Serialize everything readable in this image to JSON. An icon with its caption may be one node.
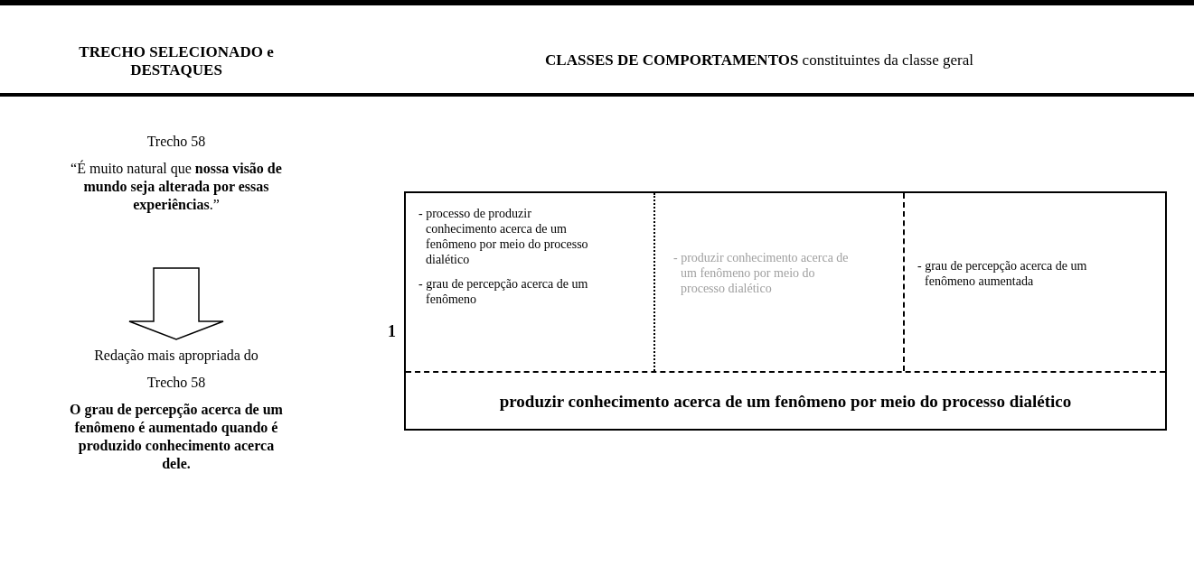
{
  "diagram": {
    "nodes": [
      {
        "text": [
          "Trecho 58",
          "“É muito natural que **nossa visão de mundo seja alterada por essas experiências**.”"
        ]
      },
      {
        "text": [
          "Redação mais apropriada do",
          "Trecho 58",
          "**O grau de percepção acerca de um fenômeno** é **aumentado** quando é **produzido conhecimento acerca dele**."
        ]
      },
      {
        "text": [],
        "shape": "box",
        "beside": [
          "1"
        ]
      },
      {
        "text": [
          "- processo de produzir conhecimento acerca de um fenômeno por meio do processo dialético",
          "- grau de percepção acerca de um fenômeno"
        ],
        "in": 2
      },
      {
        "text": [
          "- produzir conhecimento acerca de um fenômeno por meio do processo dialético"
        ],
        "in": 2
      },
      {
        "text": [
          "- grau de percepção acerca de um fenômeno aumentada"
        ],
        "in": 2
      },
      {
        "text": [
          "produzir conhecimento acerca de um fenômeno por meio do processo dialético"
        ],
        "in": 2
      }
    ],
    "edges": [
      {
        "from": 0,
        "to": 1,
        "arrow": "to"
      }
    ],
    "labels": [
      "TRECHO SELECIONADO e DESTAQUES",
      "**CLASSES DE COMPORTAMENTOS** constituintes da classe geral"
    ]
  }
}
